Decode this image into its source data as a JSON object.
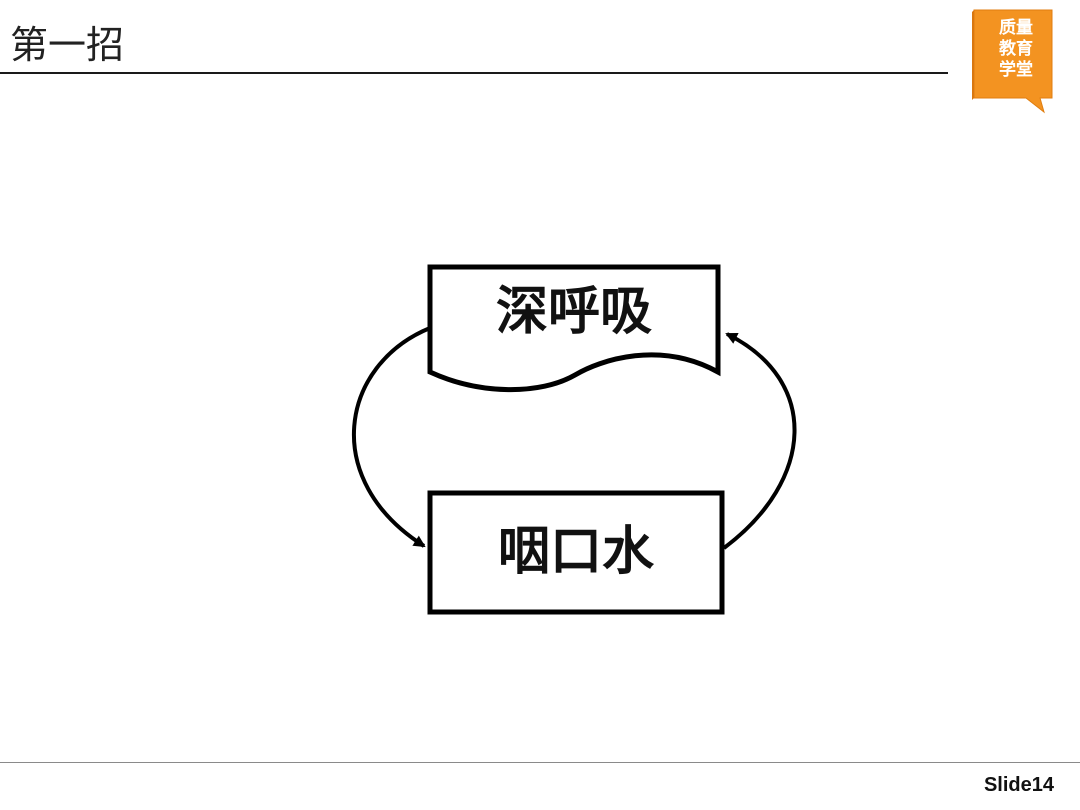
{
  "slide": {
    "title": "第一招",
    "number_label": "Slide14"
  },
  "logo": {
    "lines": [
      "质量",
      "教育",
      "学堂"
    ],
    "color": "#F39321"
  },
  "diagram": {
    "top_box": {
      "label": "深呼吸"
    },
    "bottom_box": {
      "label": "咽口水"
    },
    "arrows": [
      {
        "from": "top_box",
        "to": "bottom_box",
        "side": "left"
      },
      {
        "from": "bottom_box",
        "to": "top_box",
        "side": "right"
      }
    ]
  }
}
